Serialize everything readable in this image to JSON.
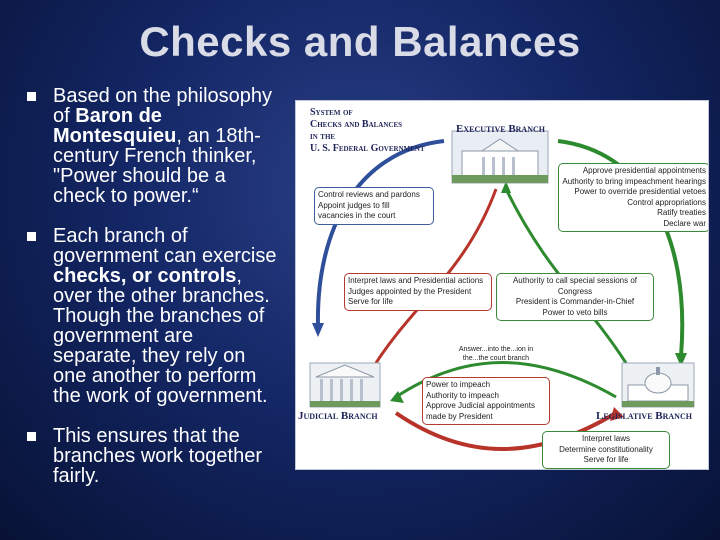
{
  "slide": {
    "title": "Checks and Balances",
    "bullets": [
      {
        "parts": [
          {
            "text": "Based on the philosophy of ",
            "bold": false
          },
          {
            "text": "Baron de Montesquieu",
            "bold": true
          },
          {
            "text": ", an 18th-century French thinker, \"Power should be a check to power.“",
            "bold": false
          }
        ]
      },
      {
        "parts": [
          {
            "text": "Each branch of government can exercise ",
            "bold": false
          },
          {
            "text": "checks, or controls",
            "bold": true
          },
          {
            "text": ", over the other branches. Though the branches of government are separate, they rely on one another to perform the work of government.",
            "bold": false
          }
        ]
      },
      {
        "parts": [
          {
            "text": "This ensures that the branches work together fairly.",
            "bold": false
          }
        ]
      }
    ]
  },
  "diagram": {
    "title": "System of\nChecks and Balances\nin the\nU. S. Federal Government",
    "branches": {
      "executive": "Executive Branch",
      "judicial": "Judicial Branch",
      "legislative": "Legislative Branch"
    },
    "boxes": {
      "exec_to_judicial": [
        "Control reviews and pardons",
        "Appoint judges to fill",
        "vacancies in the court"
      ],
      "exec_to_legislative": [
        "Approve presidential appointments",
        "Authority to bring impeachment hearings",
        "Power to override presidential vetoes",
        "Control appropriations",
        "Ratify treaties",
        "Declare war"
      ],
      "judicial_to_exec": [
        "Interpret laws and Presidential actions",
        "Judges appointed by the President",
        "Serve for life"
      ],
      "legislative_to_exec": [
        "Authority to call special sessions of Congress",
        "President is Commander-in-Chief",
        "Power to veto bills"
      ],
      "judicial_to_legislative": [
        "Power to impeach",
        "Authority to impeach",
        "Approve Judicial appointments",
        "made by President"
      ],
      "legislative_from_judicial": [
        "Interpret laws",
        "Determine constitutionality",
        "Serve for life"
      ]
    },
    "note": "Answer...into the...ion in the...the court branch"
  }
}
